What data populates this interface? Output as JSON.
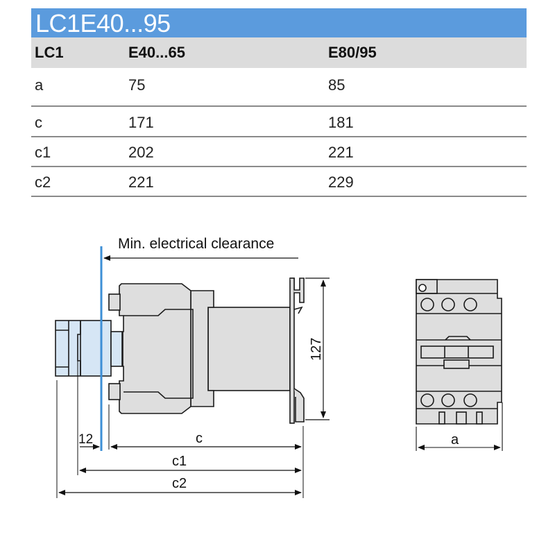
{
  "title": "LC1E40...95",
  "table": {
    "headers": [
      "LC1",
      "E40...65",
      "E80/95"
    ],
    "rows": [
      {
        "label": "a",
        "e40_65": "75",
        "e80_95": "85"
      },
      {
        "label": "c",
        "e40_65": "171",
        "e80_95": "181"
      },
      {
        "label": "c1",
        "e40_65": "202",
        "e80_95": "221"
      },
      {
        "label": "c2",
        "e40_65": "221",
        "e80_95": "229"
      }
    ]
  },
  "diagram": {
    "clearance_label": "Min. electrical clearance",
    "height_dim": "127",
    "offset_dim": "12",
    "c_label": "c",
    "c1_label": "c1",
    "c2_label": "c2",
    "a_label": "a",
    "colors": {
      "accent_blue": "#5b9bdd",
      "clearance_line": "#3d8fd6",
      "body_gray": "#dedede",
      "accessory_blue": "#d6e6f5",
      "outline": "#1a1a1a"
    }
  }
}
